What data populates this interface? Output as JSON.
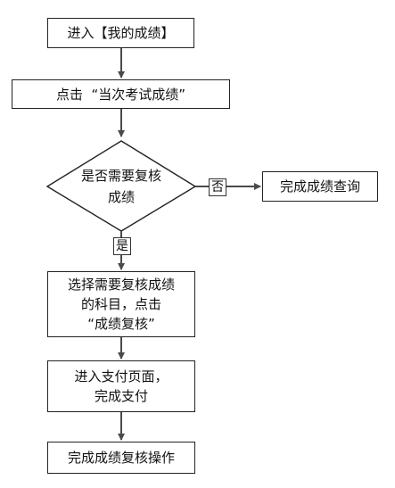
{
  "flowchart": {
    "step1": "进入【我的成绩】",
    "step2": "点击  “当次考试成绩”",
    "decision_line1": "是否需要复核",
    "decision_line2": "成绩",
    "no_label": "否",
    "no_result": "完成成绩查询",
    "yes_label": "是",
    "step3_line1": "选择需要复核成绩",
    "step3_line2": "的科目，点击",
    "step3_line3": "“成绩复核”",
    "step4_line1": "进入支付页面，",
    "step4_line2": "完成支付",
    "step5": "完成成绩复核操作"
  },
  "colors": {
    "line": "#4a4a4a",
    "border": "#222222"
  }
}
